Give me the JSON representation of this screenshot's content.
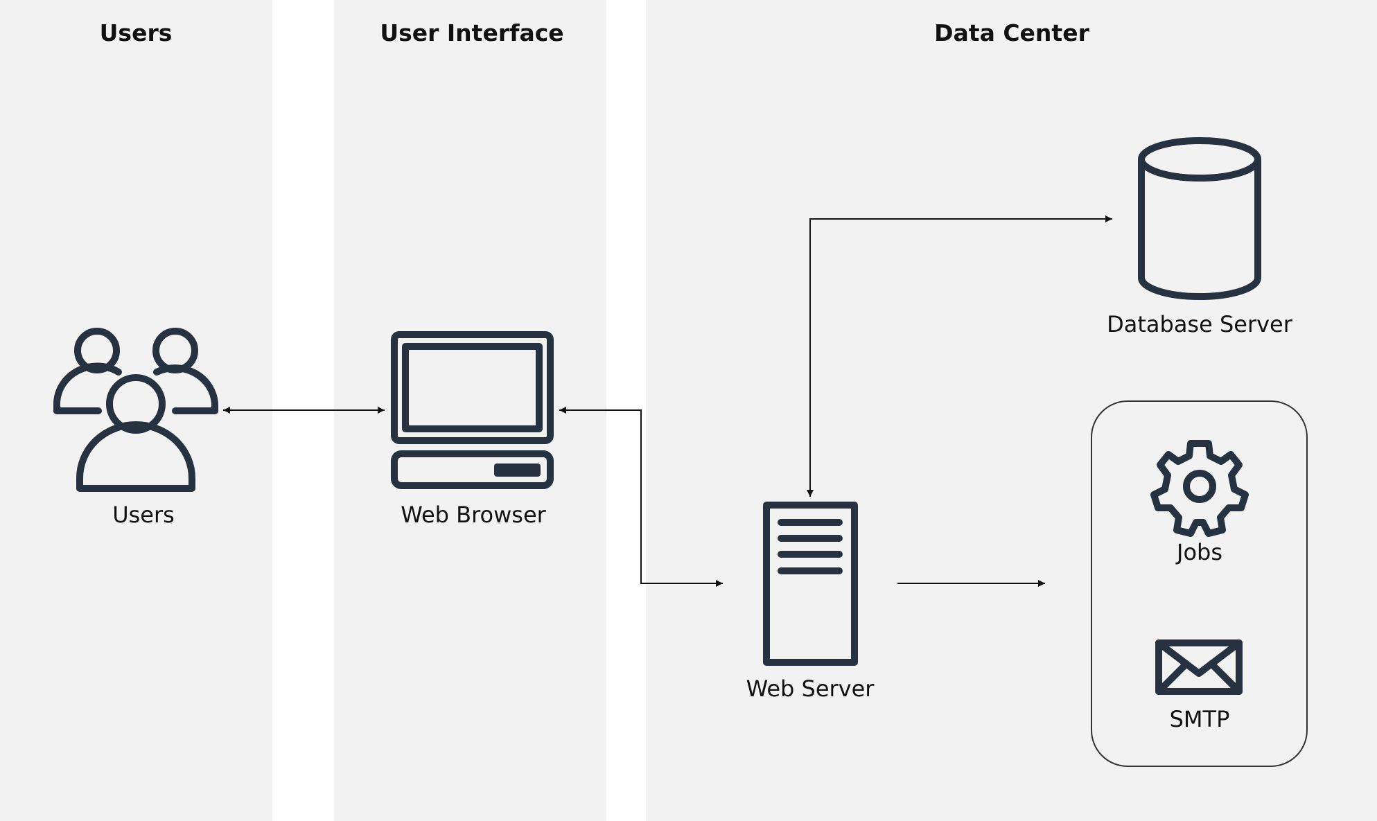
{
  "lanes": {
    "users": "Users",
    "user_interface": "User Interface",
    "data_center": "Data Center"
  },
  "nodes": {
    "users": "Users",
    "web_browser": "Web Browser",
    "web_server": "Web Server",
    "database_server": "Database Server",
    "jobs": "Jobs",
    "smtp": "SMTP"
  },
  "icons": {
    "users": "users-group-icon",
    "web_browser": "computer-icon",
    "web_server": "server-tower-icon",
    "database_server": "database-cylinder-icon",
    "jobs": "gear-icon",
    "smtp": "envelope-icon"
  },
  "colors": {
    "lane_background": "#f2f2f2",
    "icon": "#263240",
    "text": "#111111"
  },
  "edges": [
    {
      "from": "users",
      "to": "web_browser",
      "direction": "both"
    },
    {
      "from": "web_browser",
      "to": "web_server",
      "direction": "both"
    },
    {
      "from": "web_server",
      "to": "database_server",
      "direction": "both"
    },
    {
      "from": "web_server",
      "to": "services_group",
      "direction": "forward"
    }
  ]
}
